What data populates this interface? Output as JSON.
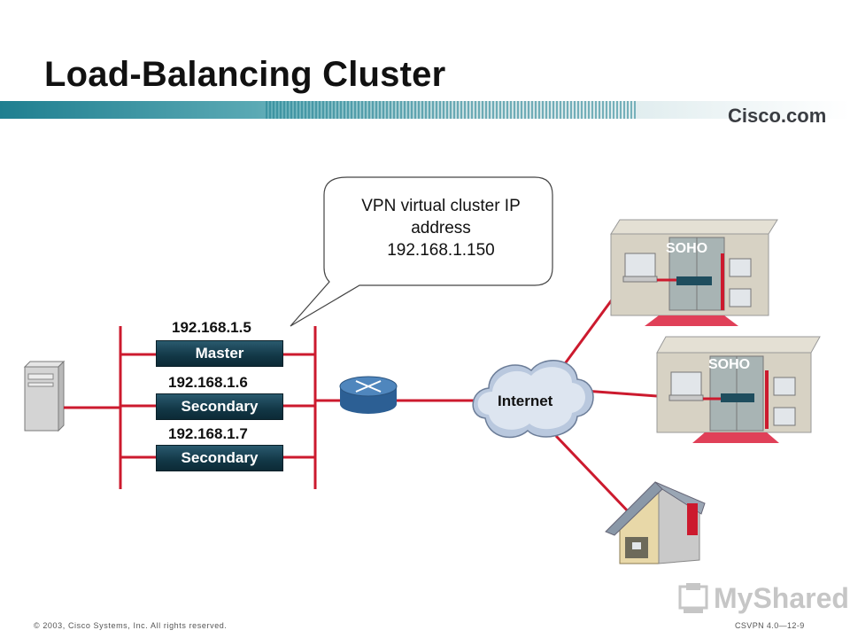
{
  "slide": {
    "title": "Load-Balancing Cluster",
    "brand": "Cisco.com"
  },
  "callout": {
    "line1": "VPN virtual cluster IP",
    "line2": "address",
    "line3": "192.168.1.150"
  },
  "concentrators": [
    {
      "ip": "192.168.1.5",
      "role": "Master"
    },
    {
      "ip": "192.168.1.6",
      "role": "Secondary"
    },
    {
      "ip": "192.168.1.7",
      "role": "Secondary"
    }
  ],
  "cloud_label": "Internet",
  "soho_label_1": "SOHO",
  "soho_label_2": "SOHO",
  "watermark": "MyShared",
  "footer": {
    "copyright": "© 2003, Cisco Systems, Inc. All rights reserved.",
    "code": "CSVPN 4.0—12-9"
  },
  "colors": {
    "link": "#cc1a2e",
    "header_bar": "#2e8a9a",
    "device": "#143a4a"
  },
  "icons": [
    "server-icon",
    "router-icon",
    "cloud-icon",
    "building-icon",
    "house-icon"
  ]
}
